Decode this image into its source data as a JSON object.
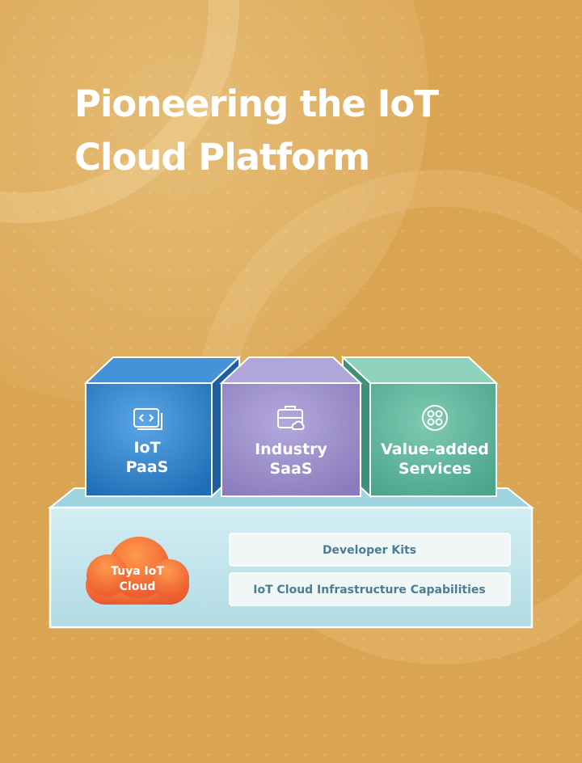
{
  "title": {
    "line1": "Pioneering the IoT",
    "line2": "Cloud Platform"
  },
  "blocks": [
    {
      "line1": "IoT",
      "line2": "PaaS",
      "icon": "code-window-icon",
      "color": "#2f7ec7"
    },
    {
      "line1": "Industry",
      "line2": "SaaS",
      "icon": "briefcase-cloud-icon",
      "color": "#9a8cc7"
    },
    {
      "line1": "Value-added",
      "line2": "Services",
      "icon": "four-circles-icon",
      "color": "#5eb49b"
    }
  ],
  "base": {
    "cloud": {
      "line1": "Tuya IoT",
      "line2": "Cloud",
      "color": "#ee6a30"
    },
    "bars": [
      {
        "label": "Developer Kits"
      },
      {
        "label": "IoT Cloud Infrastructure Capabilities"
      }
    ],
    "color": "#bfe2ea"
  },
  "colors": {
    "background": "#daa552",
    "title": "#ffffff",
    "bar_text": "#4a7e92"
  }
}
